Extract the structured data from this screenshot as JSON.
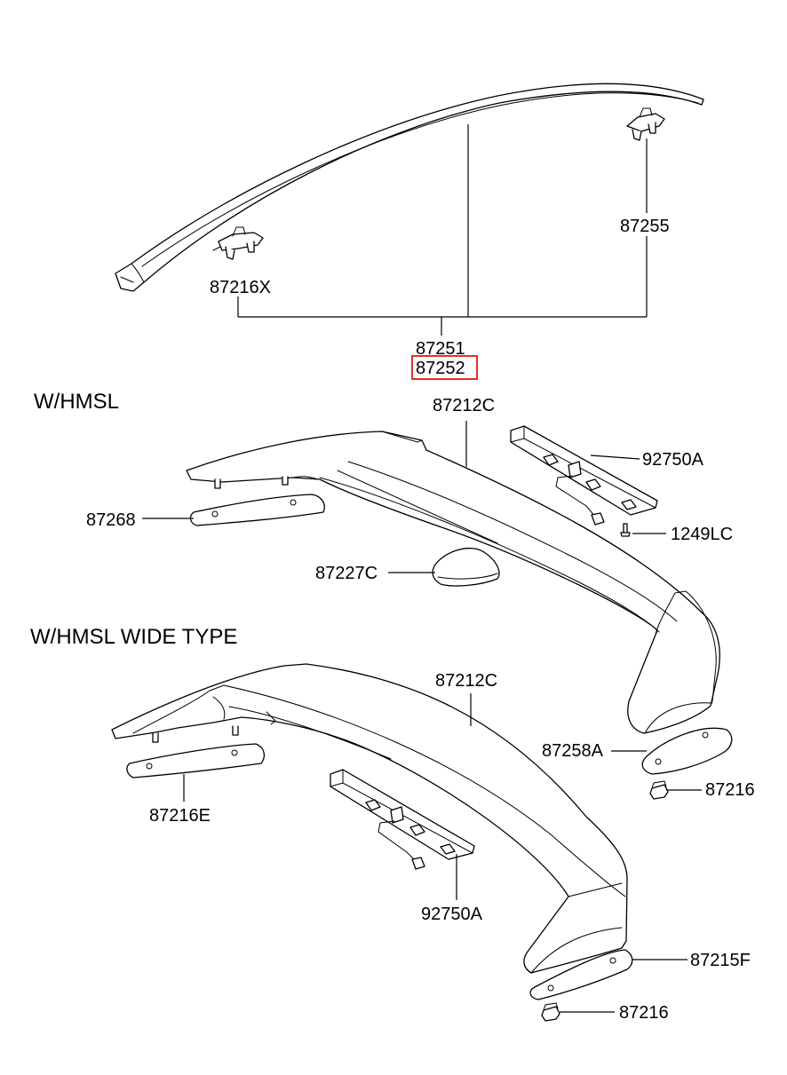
{
  "sections": {
    "hmsl": "W/HMSL",
    "hmsl_wide": "W/HMSL WIDE TYPE"
  },
  "labels": {
    "p87216X": "87216X",
    "p87255": "87255",
    "p87251": "87251",
    "p87252": "87252",
    "p87212C_a": "87212C",
    "p92750A_a": "92750A",
    "p87268": "87268",
    "p1249LC": "1249LC",
    "p87227C": "87227C",
    "p87212C_b": "87212C",
    "p87258A": "87258A",
    "p87216_a": "87216",
    "p87216E": "87216E",
    "p92750A_b": "92750A",
    "p87215F": "87215F",
    "p87216_b": "87216"
  },
  "highlight": {
    "part": "87252",
    "color": "#e0302a"
  }
}
